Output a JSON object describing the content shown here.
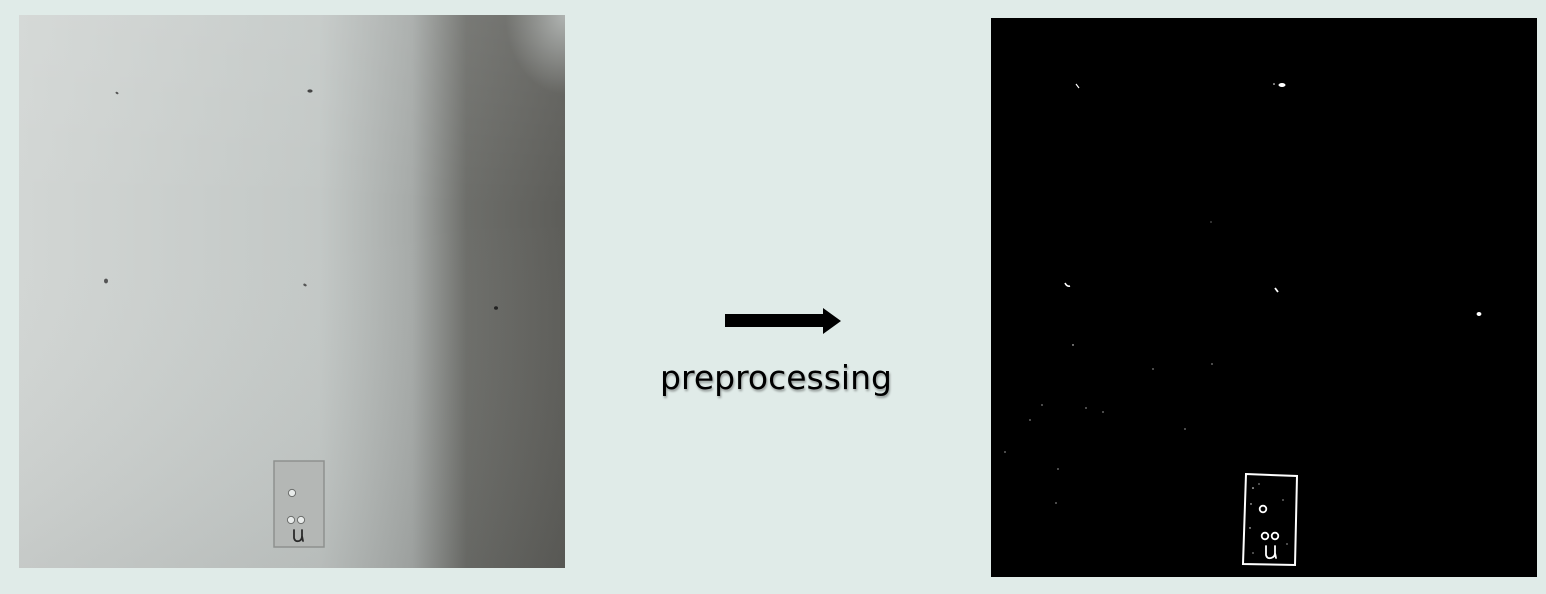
{
  "caption": "preprocessing",
  "colors": {
    "background": "#e0ebe8",
    "arrow": "#000000",
    "processed_background": "#000000",
    "processed_foreground": "#ffffff"
  },
  "panels": {
    "original": "original-photo",
    "processed": "binarized-image"
  },
  "tag_letter": "u"
}
